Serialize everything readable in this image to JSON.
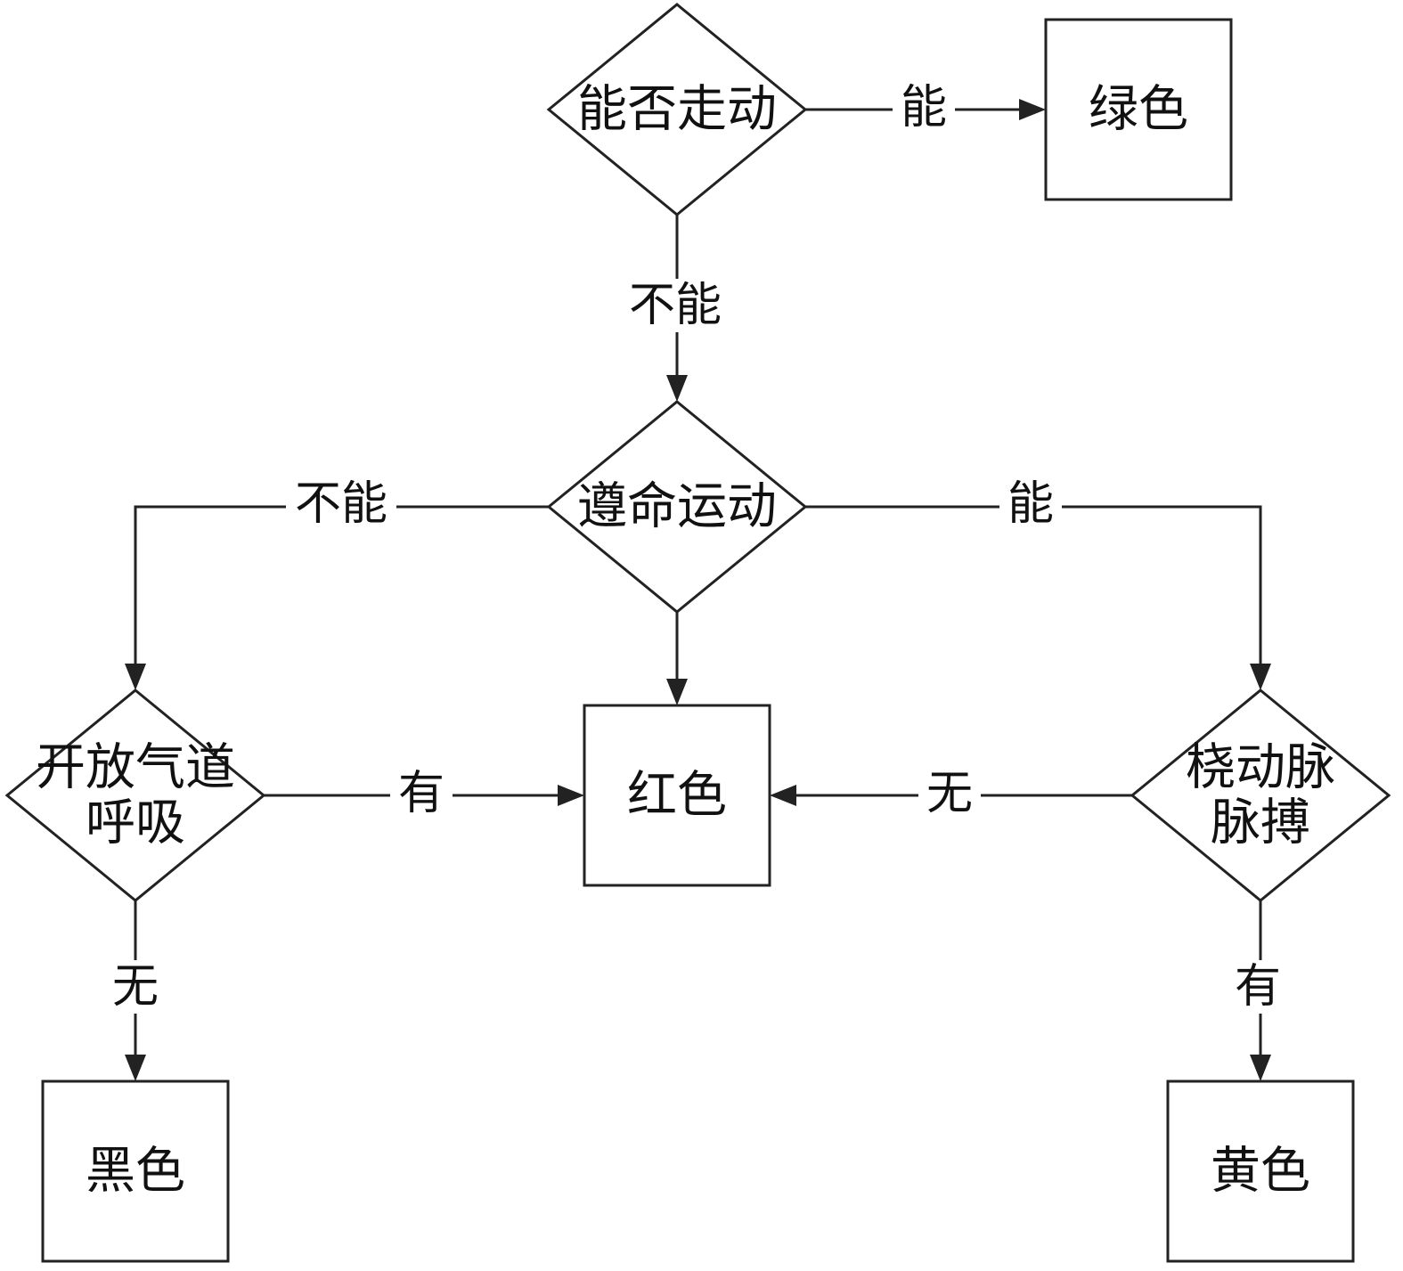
{
  "nodes": {
    "walk": {
      "shape": "diamond",
      "lines": [
        "能否走动"
      ]
    },
    "green": {
      "shape": "box",
      "lines": [
        "绿色"
      ]
    },
    "command": {
      "shape": "diamond",
      "lines": [
        "遵命运动"
      ]
    },
    "airway": {
      "shape": "diamond",
      "lines": [
        "开放气道",
        "呼吸"
      ]
    },
    "red": {
      "shape": "box",
      "lines": [
        "红色"
      ]
    },
    "pulse": {
      "shape": "diamond",
      "lines": [
        "桡动脉",
        "脉搏"
      ]
    },
    "black": {
      "shape": "box",
      "lines": [
        "黑色"
      ]
    },
    "yellow": {
      "shape": "box",
      "lines": [
        "黄色"
      ]
    }
  },
  "edges": [
    {
      "from": "walk",
      "to": "green",
      "label": "能"
    },
    {
      "from": "walk",
      "to": "command",
      "label": "不能"
    },
    {
      "from": "command",
      "to": "airway",
      "label": "不能"
    },
    {
      "from": "command",
      "to": "pulse",
      "label": "能"
    },
    {
      "from": "command",
      "to": "red",
      "label": ""
    },
    {
      "from": "airway",
      "to": "red",
      "label": "有"
    },
    {
      "from": "pulse",
      "to": "red",
      "label": "无"
    },
    {
      "from": "airway",
      "to": "black",
      "label": "无"
    },
    {
      "from": "pulse",
      "to": "yellow",
      "label": "有"
    }
  ]
}
